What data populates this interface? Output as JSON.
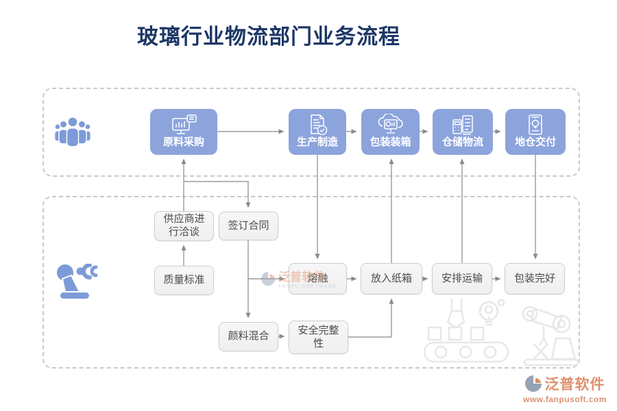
{
  "title": "玻璃行业物流部门业务流程",
  "colors": {
    "title": "#1d3766",
    "step_box": "#8ca4dc",
    "actor_icon": "#7d9bd8",
    "task_box_border": "#cccccc",
    "task_text": "#4a4a4a",
    "arrow": "#8a8a8a",
    "brand_orange": "#df8f6d"
  },
  "top_section": {
    "actor": "team-group",
    "steps": [
      {
        "label": "原料采购",
        "icon": "monitor-chart-icon"
      },
      {
        "label": "生产制造",
        "icon": "document-check-icon"
      },
      {
        "label": "包装装箱",
        "icon": "cloud-board-icon"
      },
      {
        "label": "仓储物流",
        "icon": "calculator-list-icon"
      },
      {
        "label": "地仓交付",
        "icon": "document-bulb-icon"
      }
    ]
  },
  "bottom_section": {
    "actor": "robot-arm",
    "nodes": [
      "供应商进行洽谈",
      "签订合同",
      "质量标准",
      "熔融",
      "放入纸箱",
      "安排运输",
      "包装完好",
      "颜料混合",
      "安全完整性"
    ]
  },
  "edges": [
    {
      "from": "原料采购",
      "to": "生产制造"
    },
    {
      "from": "生产制造",
      "to": "包装装箱"
    },
    {
      "from": "包装装箱",
      "to": "仓储物流"
    },
    {
      "from": "仓储物流",
      "to": "地仓交付"
    },
    {
      "from": "供应商进行洽谈",
      "to": "原料采购"
    },
    {
      "from": "供应商进行洽谈",
      "to": "签订合同"
    },
    {
      "from": "质量标准",
      "to": "供应商进行洽谈"
    },
    {
      "from": "签订合同",
      "to": "熔融"
    },
    {
      "from": "签订合同",
      "to": "颜料混合"
    },
    {
      "from": "生产制造",
      "to": "熔融"
    },
    {
      "from": "熔融",
      "to": "放入纸箱"
    },
    {
      "from": "颜料混合",
      "to": "安全完整性"
    },
    {
      "from": "安全完整性",
      "to": "放入纸箱"
    },
    {
      "from": "放入纸箱",
      "to": "包装装箱"
    },
    {
      "from": "放入纸箱",
      "to": "安排运输"
    },
    {
      "from": "安排运输",
      "to": "仓储物流"
    },
    {
      "from": "安排运输",
      "to": "包装完好"
    },
    {
      "from": "地仓交付",
      "to": "包装完好"
    }
  ],
  "watermark": {
    "brand": "泛普软件",
    "brand_en": "FANPU SOFTWARE"
  },
  "footer": {
    "brand": "泛普软件",
    "website": "www.fanpusoft.com"
  }
}
